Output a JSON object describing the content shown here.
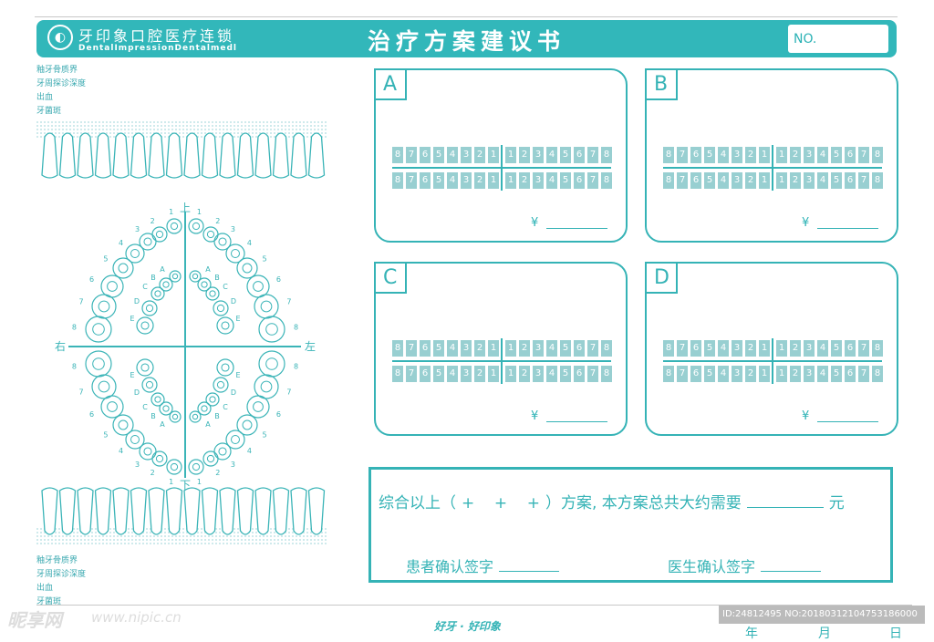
{
  "header": {
    "brand_cn": "牙印象口腔医疗连锁",
    "brand_en": "DentalImpressionDentalmedl",
    "title": "治疗方案建议书",
    "no_label": "NO."
  },
  "chart_labels": [
    "釉牙骨质界",
    "牙周探诊深度",
    "出血",
    "牙菌斑"
  ],
  "arch": {
    "top": "上",
    "bottom": "下",
    "right": "右",
    "left": "左",
    "permanent": [
      "1",
      "2",
      "3",
      "4",
      "5",
      "6",
      "7",
      "8"
    ],
    "primary": [
      "A",
      "B",
      "C",
      "D",
      "E"
    ]
  },
  "plans": [
    {
      "tag": "A"
    },
    {
      "tag": "B"
    },
    {
      "tag": "C"
    },
    {
      "tag": "D"
    }
  ],
  "grid": {
    "left": [
      "8",
      "7",
      "6",
      "5",
      "4",
      "3",
      "2",
      "1"
    ],
    "right": [
      "1",
      "2",
      "3",
      "4",
      "5",
      "6",
      "7",
      "8"
    ]
  },
  "currency": "¥",
  "summary": {
    "prefix": "综合以上（",
    "plus": "+    +    +",
    "suffix": "）方案, 本方案总共大约需要",
    "unit": "元",
    "patient_sign": "患者确认签字",
    "doctor_sign": "医生确认签字"
  },
  "footer": {
    "slogan": "好牙 · 好印象",
    "year": "年",
    "month": "月",
    "day": "日",
    "watermark": "昵享网",
    "watermark_url": "www.nipic.cn",
    "image_id": "ID:24812495 NO:20180312104753186000"
  },
  "colors": {
    "accent": "#32b7ba",
    "cell": "#98cfd1"
  }
}
